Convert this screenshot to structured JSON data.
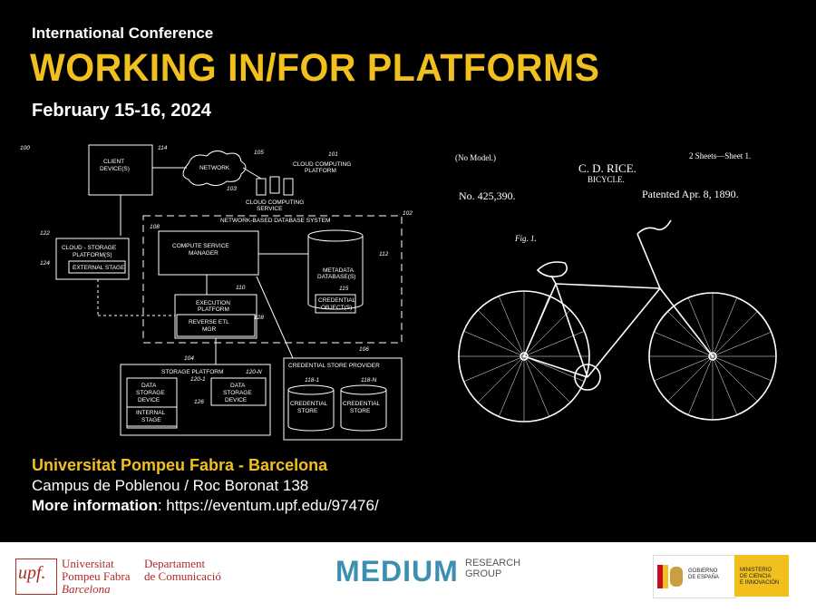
{
  "header": {
    "kicker": "International Conference",
    "title": "WORKING IN/FOR PLATFORMS",
    "dates": "February 15-16, 2024"
  },
  "venue": {
    "name": "Universitat Pompeu Fabra - Barcelona",
    "address": "Campus de Poblenou / Roc Boronat 138",
    "more_label": "More information",
    "more_url": ": https://eventum.upf.edu/97476/"
  },
  "diagram": {
    "client": "CLIENT\nDEVICE(S)",
    "network": "NETWORK",
    "ccp": "CLOUD COMPUTING\nPLATFORM",
    "ccs": "CLOUD COMPUTING\nSERVICE",
    "nbds": "NETWORK-BASED DATABASE SYSTEM",
    "csp": "CLOUD - STORAGE\nPLATFORM(S)",
    "ext": "EXTERNAL STAGE",
    "csm": "COMPUTE SERVICE\nMANAGER",
    "meta": "METADATA\nDATABASE(S)",
    "cred_obj": "CREDENTIAL\nOBJECT(S)",
    "exec": "EXECUTION\nPLATFORM",
    "retl": "REVERSE ETL\nMGR",
    "storage": "STORAGE PLATFORM",
    "dsd": "DATA\nSTORAGE\nDEVICE",
    "internal": "INTERNAL\nSTAGE",
    "csprov": "CREDENTIAL STORE PROVIDER",
    "cstore": "CREDENTIAL\nSTORE",
    "refs": [
      "100",
      "114",
      "105",
      "101",
      "103",
      "102",
      "108",
      "112",
      "115",
      "122",
      "124",
      "110",
      "128",
      "104",
      "120-N",
      "120-1",
      "126",
      "106",
      "118-1",
      "118-N"
    ]
  },
  "patent": {
    "model": "(No Model.)",
    "sheets": "2 Sheets—Sheet 1.",
    "inventor": "C. D. RICE.",
    "subject": "BICYCLE.",
    "number": "No. 425,390.",
    "patented": "Patented Apr. 8, 1890.",
    "fig": "Fig. 1."
  },
  "footer": {
    "upf_logo": "upf.",
    "uni_line1": "Universitat",
    "uni_line2": "Pompeu Fabra",
    "uni_line3": "Barcelona",
    "dept_line1": "Departament",
    "dept_line2": "de Comunicació",
    "medium": "MEDIUM",
    "research1": "RESEARCH",
    "research2": "GROUP",
    "gob1": "GOBIERNO",
    "gob2": "DE ESPAÑA",
    "min1": "MINISTERIO",
    "min2": "DE CIENCIA",
    "min3": "E INNOVACIÓN"
  },
  "colors": {
    "accent": "#f2c01e",
    "upf_red": "#b02a2a",
    "medium_blue": "#3c8fb0"
  }
}
